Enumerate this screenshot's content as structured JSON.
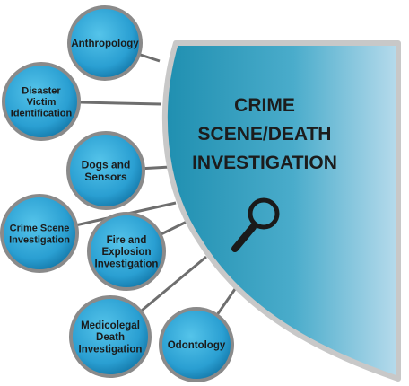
{
  "central": {
    "title_lines": [
      "CRIME",
      "SCENE/DEATH",
      "INVESTIGATION"
    ],
    "icon": "magnifying-glass-icon"
  },
  "nodes": [
    {
      "id": "anthropology",
      "lines": [
        "Anthropology"
      ]
    },
    {
      "id": "disaster-victim-identification",
      "lines": [
        "Disaster",
        "Victim",
        "Identification"
      ]
    },
    {
      "id": "dogs-and-sensors",
      "lines": [
        "Dogs and",
        "Sensors"
      ]
    },
    {
      "id": "crime-scene-investigation",
      "lines": [
        "Crime Scene",
        "Investigation"
      ]
    },
    {
      "id": "fire-and-explosion-investigation",
      "lines": [
        "Fire and",
        "Explosion",
        "Investigation"
      ]
    },
    {
      "id": "medicolegal-death-investigation",
      "lines": [
        "Medicolegal",
        "Death",
        "Investigation"
      ]
    },
    {
      "id": "odontology",
      "lines": [
        "Odontology"
      ]
    }
  ],
  "colors": {
    "sector_fill_dark": "#1f8fb0",
    "sector_fill_light": "#a9d6ea",
    "sector_border": "#c8c8c8",
    "node_fill_center": "#3fb7e0",
    "node_fill_edge": "#1585b7",
    "node_ring": "#8a8a8a",
    "connector": "#6e6e6e",
    "text": "#1b1b1b"
  }
}
